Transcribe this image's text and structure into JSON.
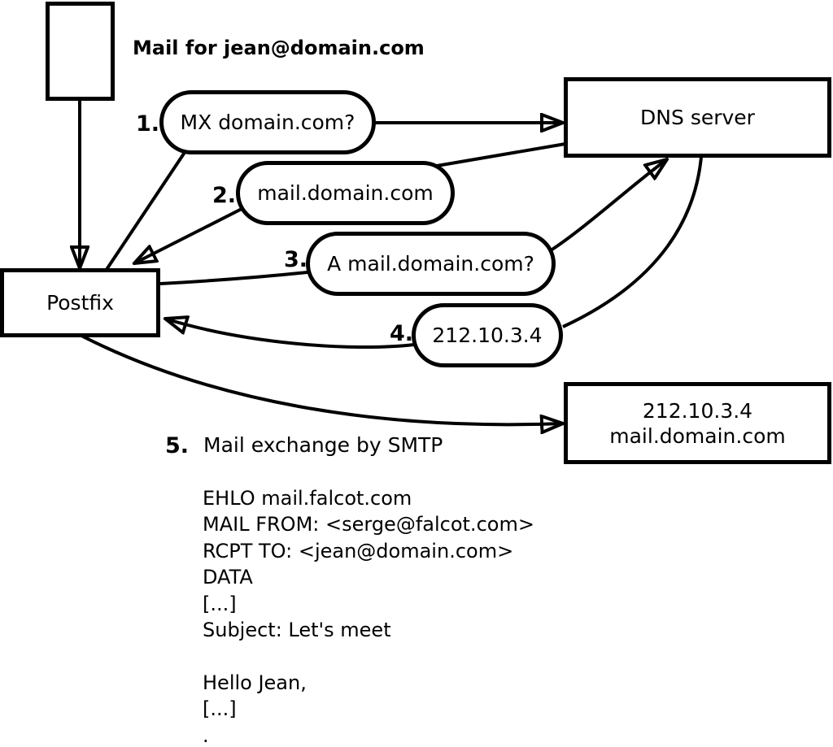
{
  "title": "Mail for jean@domain.com",
  "nodes": {
    "postfix": {
      "label": "Postfix"
    },
    "dns": {
      "label": "DNS server"
    },
    "target": {
      "line1": "212.10.3.4",
      "line2": "mail.domain.com"
    }
  },
  "steps": [
    {
      "num": "1.",
      "label": "MX domain.com?"
    },
    {
      "num": "2.",
      "label": "mail.domain.com"
    },
    {
      "num": "3.",
      "label": "A mail.domain.com?"
    },
    {
      "num": "4.",
      "label": "212.10.3.4"
    },
    {
      "num": "5.",
      "label": "Mail exchange by SMTP"
    }
  ],
  "smtp_session": {
    "lines": [
      "EHLO mail.falcot.com",
      "MAIL FROM: <serge@falcot.com>",
      "RCPT TO: <jean@domain.com>",
      "DATA",
      "[...]",
      "Subject: Let's meet",
      "",
      "Hello Jean,",
      "[...]",
      "."
    ]
  },
  "colors": {
    "ink": "#000000",
    "background": "#ffffff"
  }
}
